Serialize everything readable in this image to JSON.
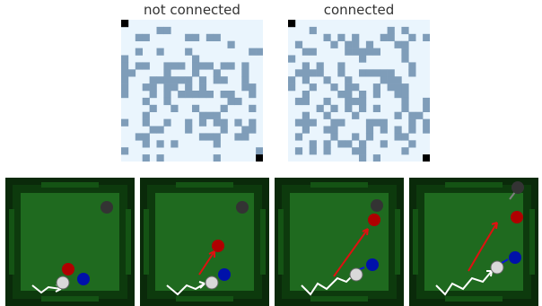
{
  "top": {
    "panels": [
      {
        "title": "not connected",
        "grid": [
          "b...................",
          ".....##.............",
          "..##.....##.##......",
          "...............#....",
          "..#..#...#........##",
          "#.........#.........",
          "#.##..###.###.##.#..",
          "##....#...#..#...#..",
          "#...######.#.##..#..",
          "#..##.##.#.#.....##.",
          "#...#.#.#####.##..#.",
          "...#..#........##...",
          "....#..#..#...#...#.",
          "...#.......###......",
          "#..#..#..#.#.##.#.#.",
          "....##...#....#..##.",
          "..##.......###..##..",
          "...#.#.#.....#......",
          "#..................#",
          "...#.#.......#.....b"
        ]
      },
      {
        "title": "connected",
        "grid": [
          "b...................",
          "...#..........#.#...",
          ".....#.#.#...##..#.#",
          ".#....#.##.#...##...",
          "..##....#####...#...",
          "#.........#.....#...",
          "..#.#..#.........#..",
          ".####..#..#####..#..",
          "#.#..#..#....###....",
          "#..#..#.##..#.###...",
          "..#....##.#.#..##...",
          ".##..#..###.....#..#",
          "....#.#.#.#.#...#..#",
          "..#..#...#.....#.##.",
          ".###..##...###...#.#",
          "..#..##....#.#.#.#.#",
          ".#....#..#.#...##...",
          "...#.#.##.#..#...#..",
          ".#.#.#...##.....#...",
          "..........#.#......b"
        ]
      }
    ],
    "colors": {
      "wall": "#7f9db9",
      "free": "#eaf5fd",
      "endpoint": "#000000"
    }
  },
  "bottom": {
    "colors": {
      "felt": "#1f6a1f",
      "rail": "#0a2a0a",
      "edge": "#0d3a0d",
      "cushion": "#145314",
      "path": "#ffffff",
      "shot": "#e01010",
      "cue_shot": "#0a16d8"
    },
    "panels": [
      {
        "name": "frame-1"
      },
      {
        "name": "frame-2"
      },
      {
        "name": "frame-3"
      },
      {
        "name": "frame-4"
      }
    ]
  }
}
